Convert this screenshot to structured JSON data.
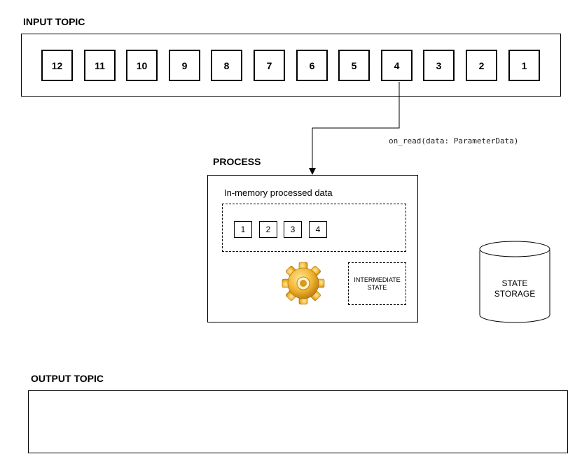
{
  "input_topic": {
    "label": "INPUT TOPIC",
    "messages": [
      "12",
      "11",
      "10",
      "9",
      "8",
      "7",
      "6",
      "5",
      "4",
      "3",
      "2",
      "1"
    ]
  },
  "arrow_label": "on_read(data: ParameterData)",
  "process": {
    "label": "PROCESS",
    "memory_label": "In-memory processed data",
    "memory_messages": [
      "1",
      "2",
      "3",
      "4"
    ],
    "intermediate_state_label": "INTERMEDIATE STATE"
  },
  "state_storage": {
    "label": "STATE STORAGE"
  },
  "output_topic": {
    "label": "OUTPUT TOPIC"
  },
  "colors": {
    "gear": "#f2b632",
    "line": "#000000"
  }
}
